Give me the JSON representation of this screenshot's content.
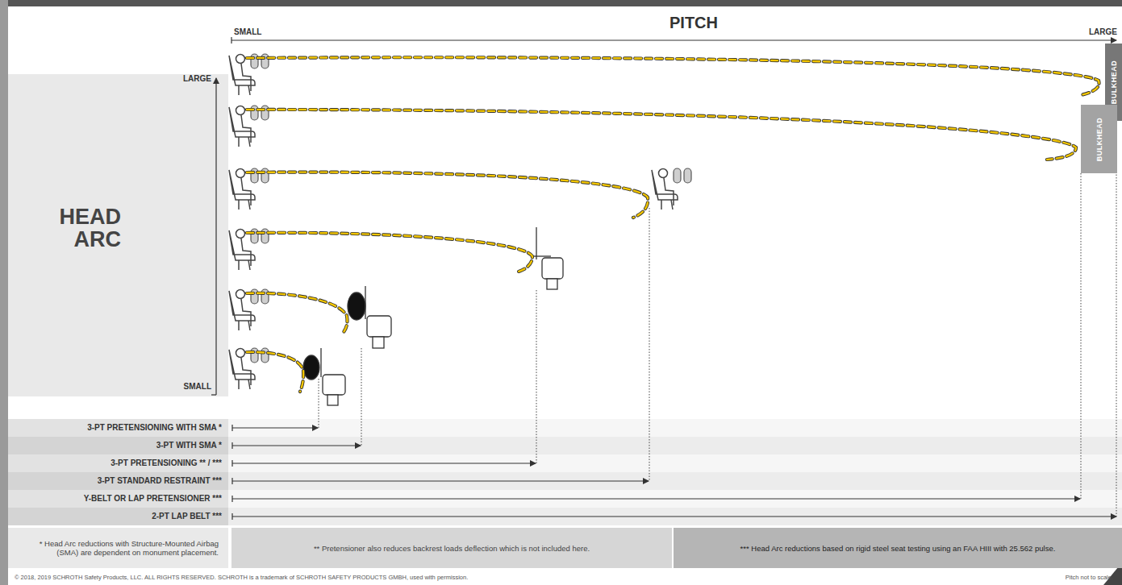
{
  "diagram": {
    "nodes": [
      {
        "text": [
          "BULKHEAD"
        ]
      },
      {
        "text": [
          "BULKHEAD"
        ]
      },
      {
        "text": [
          "* Head Arc reductions with Structure-Mounted Airbag (SMA) are dependent on monument placement."
        ]
      },
      {
        "text": [
          "** Pretensioner also reduces backrest loads deflection which is not included here."
        ]
      },
      {
        "text": [
          "*** Head Arc reductions based on rigid steel seat testing using an FAA HIII with 25.562 pulse."
        ]
      }
    ],
    "labels": [
      "SMALL",
      "PITCH",
      "LARGE",
      "LARGE",
      "HEAD ARC",
      "SMALL",
      "3-PT PRETENSIONING WITH SMA *",
      "3-PT WITH SMA *",
      "3-PT PRETENSIONING ** / ***",
      "3-PT STANDARD RESTRAINT ***",
      "Y-BELT OR LAP PRETENSIONER ***",
      "2-PT LAP BELT ***",
      "© 2018, 2019 SCHROTH Safety Products, LLC. ALL RIGHTS RESERVED. SCHROTH is a trademark of SCHROTH SAFETY PRODUCTS GMBH, used with permission.",
      "Pitch not to scale."
    ]
  }
}
